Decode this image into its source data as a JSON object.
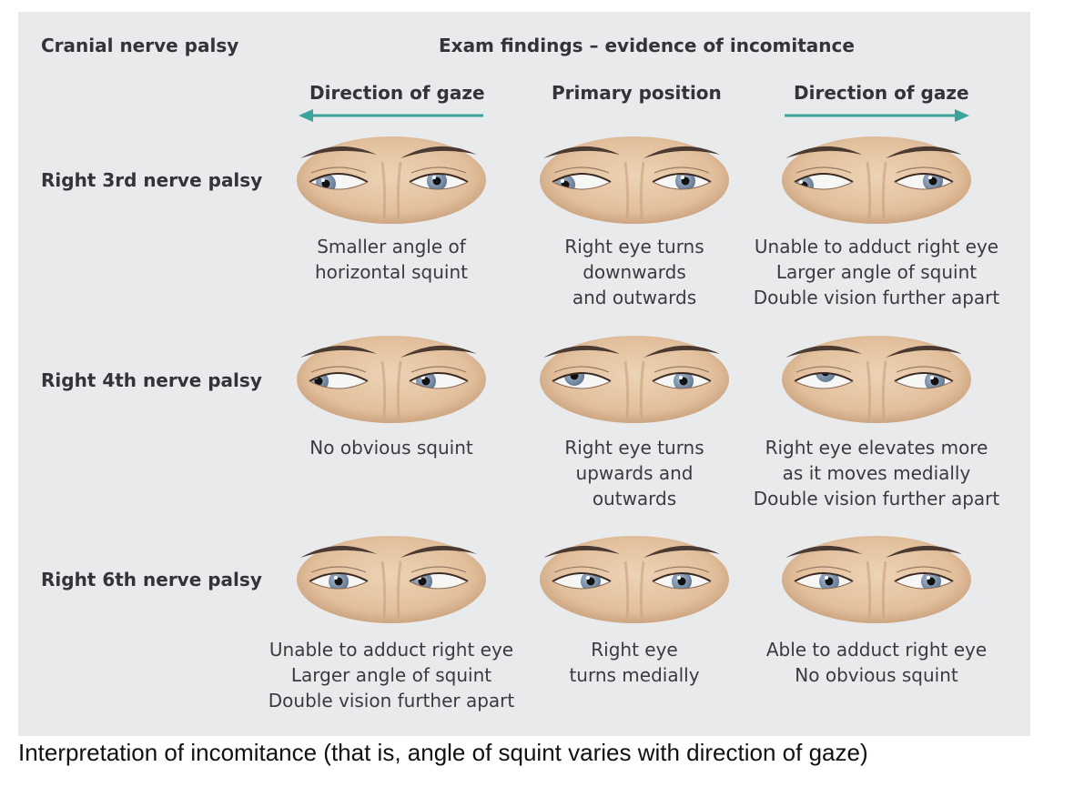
{
  "header": {
    "palsy_column": "Cranial nerve palsy",
    "findings_title": "Exam findings – evidence of incomitance",
    "columns": [
      "Direction of gaze",
      "Primary position",
      "Direction of gaze"
    ]
  },
  "rows": [
    {
      "label": "Right 3rd nerve palsy",
      "captions": [
        [
          "Smaller angle of",
          "horizontal squint"
        ],
        [
          "Right eye turns",
          "downwards",
          "and outwards"
        ],
        [
          "Unable to adduct right eye",
          "Larger angle of squint",
          "Double vision further apart"
        ]
      ]
    },
    {
      "label": "Right 4th nerve palsy",
      "captions": [
        [
          "No obvious squint"
        ],
        [
          "Right eye turns",
          "upwards and",
          "outwards"
        ],
        [
          "Right eye elevates more",
          "as it moves medially",
          "Double vision further apart"
        ]
      ]
    },
    {
      "label": "Right 6th nerve palsy",
      "captions": [
        [
          "Unable to adduct right eye",
          "Larger angle of squint",
          "Double vision further apart"
        ],
        [
          "Right eye",
          "turns medially"
        ],
        [
          "Able to adduct right eye",
          "No obvious squint"
        ]
      ]
    }
  ],
  "footer": "Interpretation of incomitance (that is, angle of squint varies with direction of gaze)",
  "colors": {
    "panel": "#e9eaeb",
    "arrow": "#3aa39a",
    "skin": "#e2bf9c",
    "brow": "#4a3a32",
    "iris": "#7d92ab"
  },
  "icons": [
    "arrow-left-icon",
    "arrow-right-icon",
    "eyes-face-icon"
  ]
}
